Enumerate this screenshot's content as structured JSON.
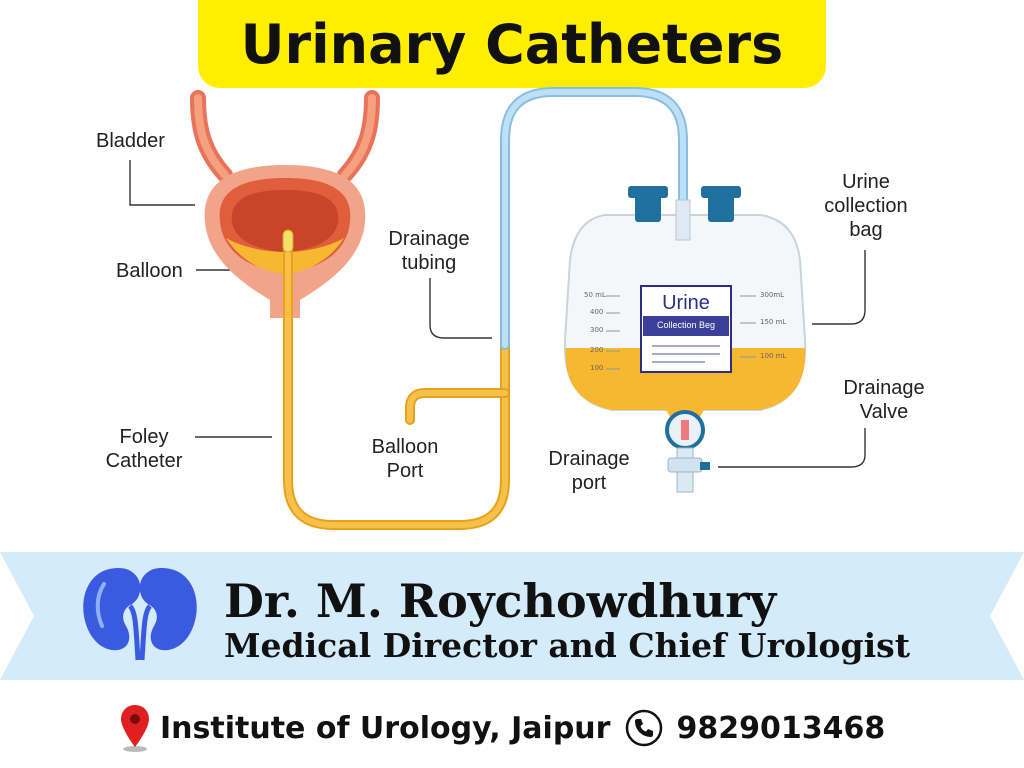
{
  "title": "Urinary Catheters",
  "labels": {
    "bladder": "Bladder",
    "balloon": "Balloon",
    "foley_line1": "Foley",
    "foley_line2": "Catheter",
    "drainage_tubing_line1": "Drainage",
    "drainage_tubing_line2": "tubing",
    "balloon_port_line1": "Balloon",
    "balloon_port_line2": "Port",
    "drainage_port_line1": "Drainage",
    "drainage_port_line2": "port",
    "collection_bag_line1": "Urine",
    "collection_bag_line2": "collection",
    "collection_bag_line3": "bag",
    "drainage_valve_line1": "Drainage",
    "drainage_valve_line2": "Valve"
  },
  "bag": {
    "label_title": "Urine",
    "label_subtitle": "Collection Beg",
    "scale_left": [
      "50 mL",
      "400",
      "300",
      "200",
      "100"
    ],
    "scale_right": [
      "300mL",
      "150 mL",
      "100 mL"
    ]
  },
  "banner": {
    "name": "Dr. M. Roychowdhury",
    "role": "Medical Director and Chief Urologist"
  },
  "footer": {
    "address": "Institute of Urology, Jaipur",
    "phone": "9829013468"
  },
  "colors": {
    "title_bg": "#ffee00",
    "banner_bg": "#d3ebfa",
    "urine": "#f7b731",
    "tubing_blue": "#a9d4ee",
    "bladder": "#e8735a",
    "cap_blue": "#1f6f9f",
    "kidney_blue": "#3a5be0"
  }
}
